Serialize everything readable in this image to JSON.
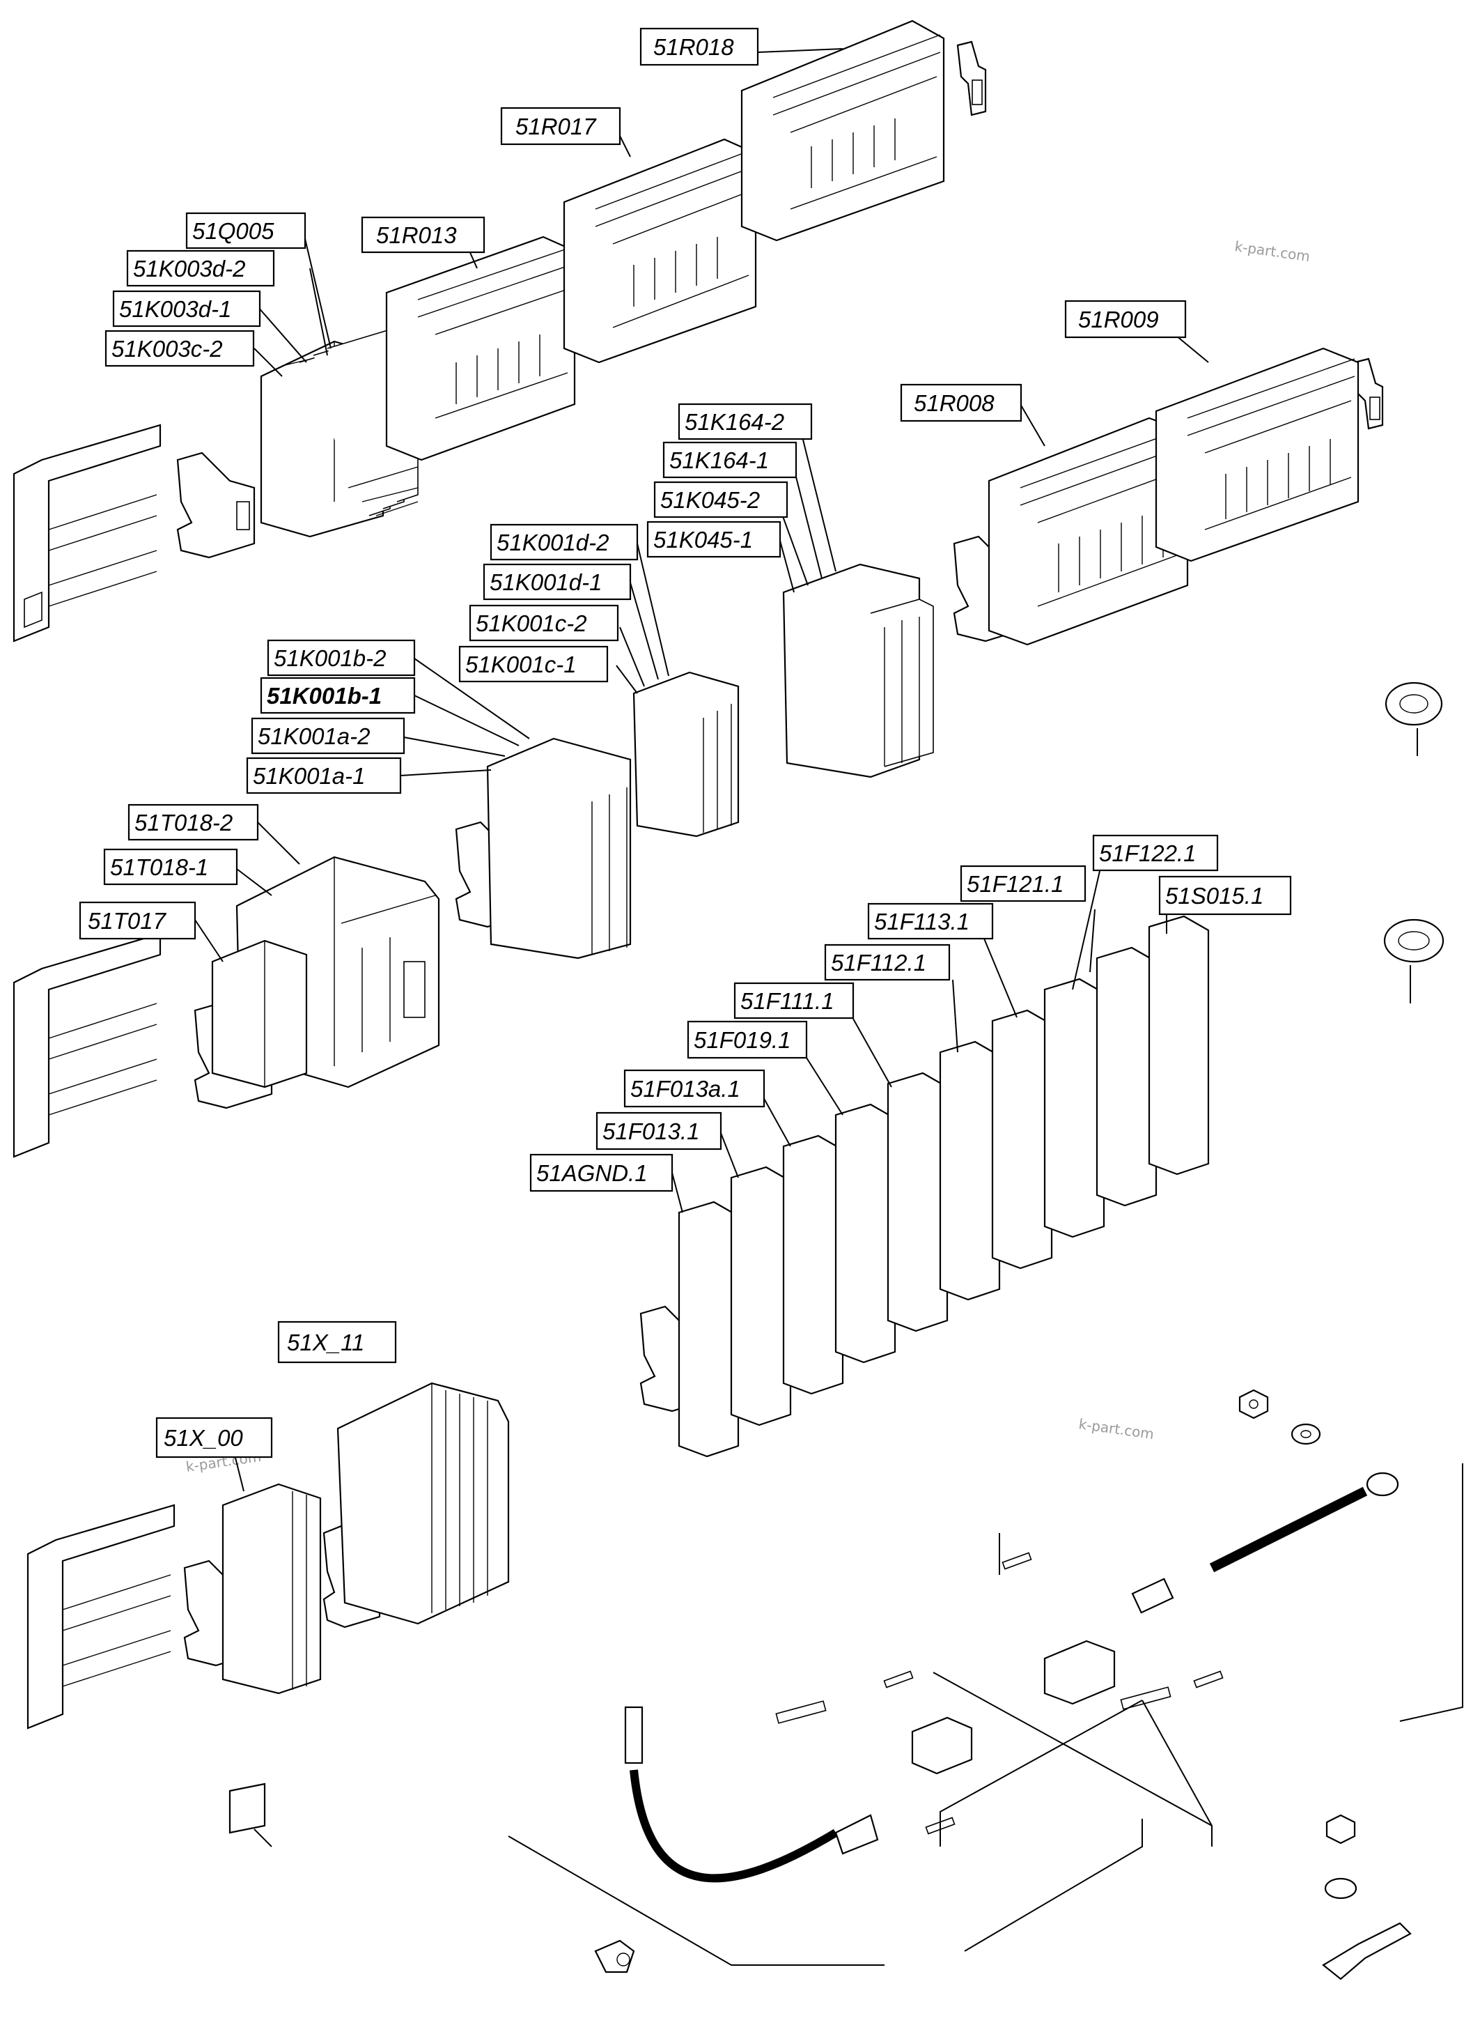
{
  "labels": [
    {
      "id": "51R018",
      "text": "51R018"
    },
    {
      "id": "51R017",
      "text": "51R017"
    },
    {
      "id": "51Q005",
      "text": "51Q005"
    },
    {
      "id": "51R013",
      "text": "51R013"
    },
    {
      "id": "51K003d-2",
      "text": "51K003d-2"
    },
    {
      "id": "51K003d-1",
      "text": "51K003d-1"
    },
    {
      "id": "51K003c-2",
      "text": "51K003c-2"
    },
    {
      "id": "51R009",
      "text": "51R009"
    },
    {
      "id": "51R008",
      "text": "51R008"
    },
    {
      "id": "51K164-2",
      "text": "51K164-2"
    },
    {
      "id": "51K164-1",
      "text": "51K164-1"
    },
    {
      "id": "51K045-2",
      "text": "51K045-2"
    },
    {
      "id": "51K045-1",
      "text": "51K045-1"
    },
    {
      "id": "51K001d-2",
      "text": "51K001d-2"
    },
    {
      "id": "51K001d-1",
      "text": "51K001d-1"
    },
    {
      "id": "51K001c-2",
      "text": "51K001c-2"
    },
    {
      "id": "51K001c-1",
      "text": "51K001c-1"
    },
    {
      "id": "51K001b-2",
      "text": "51K001b-2"
    },
    {
      "id": "51K001b-1",
      "text": "51K001b-1"
    },
    {
      "id": "51K001a-2",
      "text": "51K001a-2"
    },
    {
      "id": "51K001a-1",
      "text": "51K001a-1"
    },
    {
      "id": "51T018-2",
      "text": "51T018-2"
    },
    {
      "id": "51T018-1",
      "text": "51T018-1"
    },
    {
      "id": "51T017",
      "text": "51T017"
    },
    {
      "id": "51F122.1",
      "text": "51F122.1"
    },
    {
      "id": "51F121.1",
      "text": "51F121.1"
    },
    {
      "id": "51S015.1",
      "text": "51S015.1"
    },
    {
      "id": "51F113.1",
      "text": "51F113.1"
    },
    {
      "id": "51F112.1",
      "text": "51F112.1"
    },
    {
      "id": "51F111.1",
      "text": "51F111.1"
    },
    {
      "id": "51F019.1",
      "text": "51F019.1"
    },
    {
      "id": "51F013a.1",
      "text": "51F013a.1"
    },
    {
      "id": "51F013.1",
      "text": "51F013.1"
    },
    {
      "id": "51AGND.1",
      "text": "51AGND.1"
    },
    {
      "id": "51X_11",
      "text": "51X_11"
    },
    {
      "id": "51X_00",
      "text": "51X_00"
    }
  ],
  "watermark": "k-part.com"
}
